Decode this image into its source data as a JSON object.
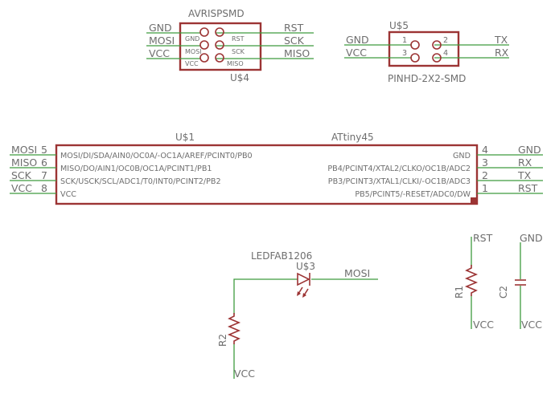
{
  "avrisp": {
    "name": "AVRISPSMD",
    "ref": "U$4",
    "nets_left": [
      "GND",
      "MOSI",
      "VCC"
    ],
    "pins_left": [
      "GND",
      "MOSI",
      "VCC"
    ],
    "pins_right": [
      "RST",
      "SCK",
      "MISO"
    ],
    "nets_right": [
      "RST",
      "SCK",
      "MISO"
    ]
  },
  "pinhd": {
    "ref": "U$5",
    "name": "PINHD-2X2-SMD",
    "nets_left": [
      "GND",
      "VCC"
    ],
    "pin_nums_left": [
      "1",
      "3"
    ],
    "pin_nums_right": [
      "2",
      "4"
    ],
    "nets_right": [
      "TX",
      "RX"
    ]
  },
  "attiny": {
    "ref": "U$1",
    "name": "ATtiny45",
    "left_nets": [
      "MOSI",
      "MISO",
      "SCK",
      "VCC"
    ],
    "left_nums": [
      "5",
      "6",
      "7",
      "8"
    ],
    "left_pins": [
      "MOSI/DI/SDA/AIN0/OC0A/-OC1A/AREF/PCINT0/PB0",
      "MISO/DO/AIN1/OC0B/OC1A/PCINT1/PB1",
      "SCK/USCK/SCL/ADC1/T0/INT0/PCINT2/PB2",
      "VCC"
    ],
    "right_pins": [
      "GND",
      "PB4/PCINT4/XTAL2/CLKO/OC1B/ADC2",
      "PB3/PCINT3/XTAL1/CLKI/-OC1B/ADC3",
      "PB5/PCINT5/-RESET/ADC0/DW"
    ],
    "right_nums": [
      "4",
      "3",
      "2",
      "1"
    ],
    "right_nets": [
      "GND",
      "RX",
      "TX",
      "RST"
    ]
  },
  "led": {
    "name": "LEDFAB1206",
    "ref": "U$3",
    "net": "MOSI"
  },
  "r2": {
    "ref": "R2",
    "net": "VCC"
  },
  "r1": {
    "ref": "R1",
    "net_top": "RST",
    "net_bottom": "VCC"
  },
  "c2": {
    "ref": "C2",
    "net_top": "GND",
    "net_bottom": "VCC"
  }
}
